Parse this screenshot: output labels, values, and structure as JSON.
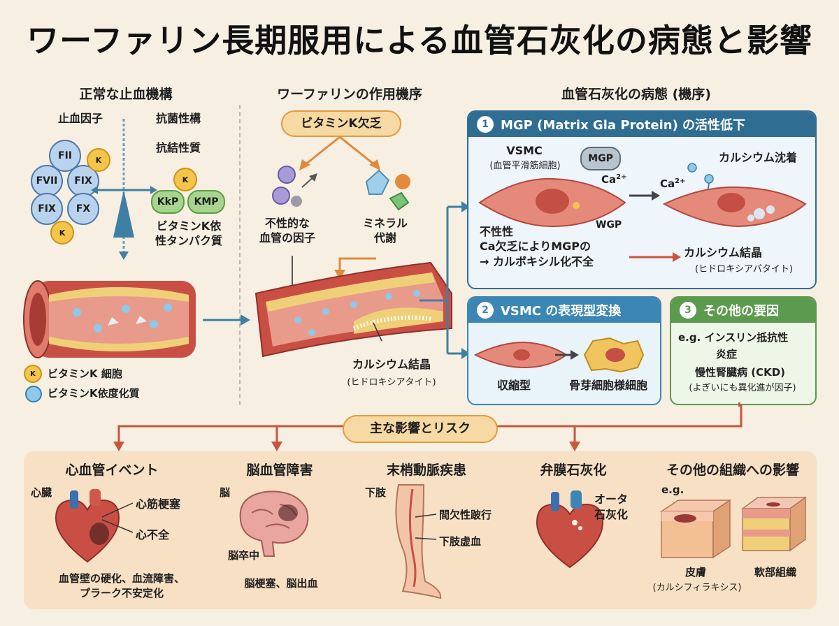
{
  "title": "ワーファリン長期服用による血管石灰化の病態と影響",
  "sec1": {
    "header": "正常な止血機構",
    "col_left": "止血因子",
    "col_right": "抗菌性構",
    "col_right_sub": "抗結性質",
    "factors": [
      "FII",
      "FVII",
      "FIX",
      "FIX",
      "FX"
    ],
    "vk_label": "ビタミン",
    "vk_letter": "K",
    "kkp": "KkP",
    "kmp": "KMP",
    "protein_label": "ビタミンK依\n性タンパク質",
    "legend_k": "ビタミンK 細胞",
    "legend_blue": "ビタミンK依度化質"
  },
  "sec2": {
    "header": "ワーファリンの作用機序",
    "pill": "ビタミンK欠乏",
    "left_label": "不性的な\n血管の因子",
    "right_label": "ミネラル\n代謝",
    "crystal_label": "カルシウム結晶",
    "crystal_sub": "(ヒドロキシアタイト)"
  },
  "sec3": {
    "header": "血管石灰化の病態 (機序)",
    "box1": {
      "num": "1",
      "title": "MGP (Matrix Gla Protein) の活性低下",
      "vsmc": "VSMC",
      "vsmc_sub": "(血管平滑筋細胞)",
      "mgp": "MGP",
      "ca": "Ca",
      "ca_sup": "2+",
      "ca2": "Ca",
      "ca2_sup": "2+",
      "deposit": "カルシウム沈着",
      "wgp": "WGP",
      "note1": "不性性",
      "note2": "Ca欠乏によりMGPの\n→ カルボキシル化不全",
      "crystal": "カルシウム結晶",
      "crystal_sub": "(ヒドロキシアパタイト)"
    },
    "box2": {
      "num": "2",
      "title": "VSMC の表現型変換",
      "left": "収縮型",
      "right": "骨芽細胞様細胞"
    },
    "box3": {
      "num": "3",
      "title": "その他の要因",
      "l1": "e.g. インスリン抵抗性",
      "l2": "炎症",
      "l3": "慢性腎臓病 (CKD)",
      "l4": "(よぎいにも異化進が因子)"
    }
  },
  "risk": {
    "pill": "主な影響とリスク",
    "cols": [
      {
        "title": "心血管イベント",
        "organ": "心臓",
        "a1": "心筋梗塞",
        "a2": "心不全",
        "bottom": "血管壁の硬化、血流障害、\nプラーク不安定化"
      },
      {
        "title": "脳血管障害",
        "organ": "脳",
        "a1": "脳卒中",
        "bottom": "脳梗塞、脳出血"
      },
      {
        "title": "末梢動脈疾患",
        "organ": "下肢",
        "a1": "間欠性跛行",
        "a2": "下肢虚血"
      },
      {
        "title": "弁膜石灰化",
        "a1": "オータ\n石灰化"
      },
      {
        "title": "その他の組織への影響",
        "eg": "e.g.",
        "skin": "皮膚",
        "skin_sub": "(カルシフィラキシス)",
        "soft": "軟部組織"
      }
    ]
  },
  "colors": {
    "box1": "#2f6d93",
    "box2": "#3b86b5",
    "box3": "#5c9a4e",
    "arrow_blue": "#3f7fa3",
    "arrow_red": "#c9553f",
    "vessel": "#c94f45",
    "plaque": "#f0cf79"
  }
}
